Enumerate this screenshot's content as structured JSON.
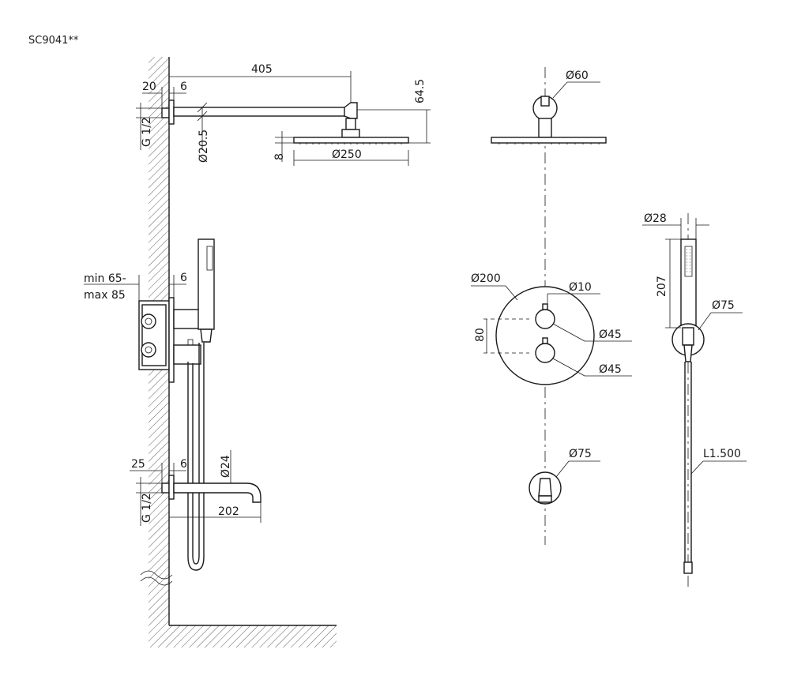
{
  "title": "SC9041**",
  "side_view": {
    "arm_length": "405",
    "wall_flange": "20",
    "cover_gap": "6",
    "thread_top": "G 1/2",
    "arm_diameter": "Ø20.5",
    "head_drop": "64.5",
    "head_thickness": "8",
    "head_diameter": "Ø250",
    "valve_depth_min": "min 65-",
    "valve_depth_max": "max 85",
    "valve_cover_gap": "6",
    "spout_flange": "25",
    "spout_cover_gap": "6",
    "spout_diameter": "Ø24",
    "thread_bottom": "G 1/2",
    "spout_length": "202"
  },
  "front_view": {
    "shower_flange": "Ø60",
    "plate_diameter": "Ø200",
    "pin_diameter": "Ø10",
    "knob_spacing": "80",
    "knob_top": "Ø45",
    "knob_bottom": "Ø45",
    "spout_rosette": "Ø75"
  },
  "hand_shower": {
    "handle_diameter": "Ø28",
    "handle_length": "207",
    "holder_rosette": "Ø75",
    "hose_length": "L1.500"
  }
}
